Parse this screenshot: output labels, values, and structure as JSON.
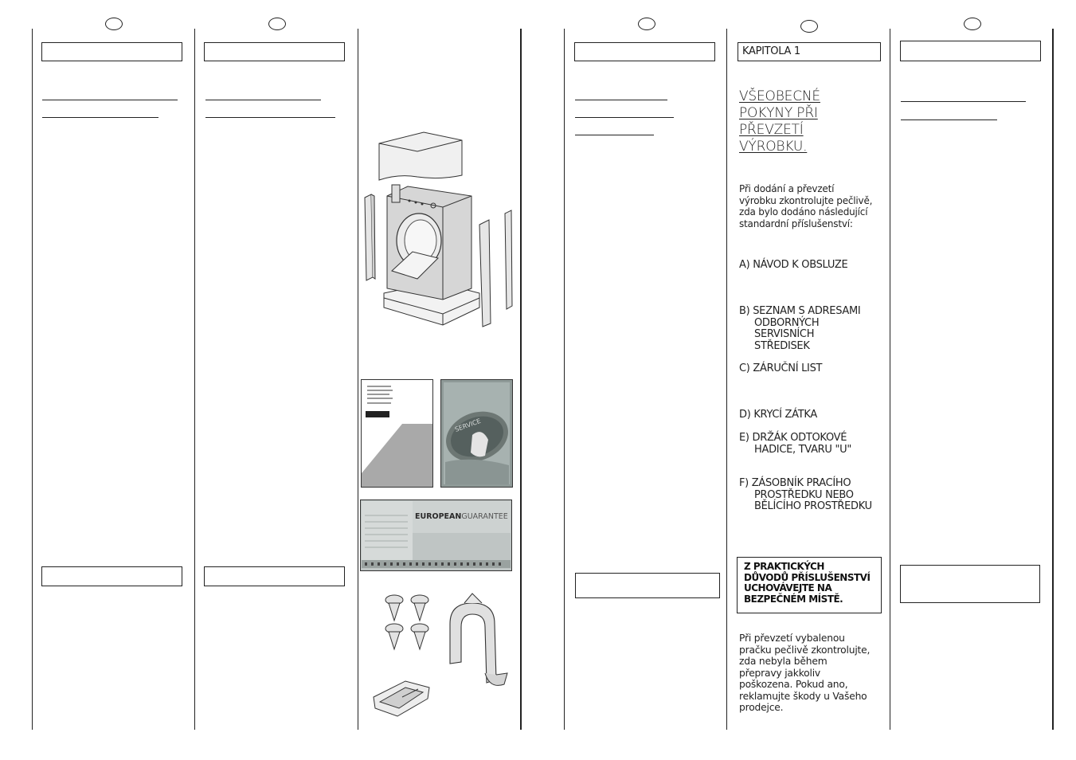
{
  "chapter_label": "KAPITOLA 1",
  "heading_lines": [
    "VŠEOBECNÉ",
    "POKYNY PŘI",
    "PŘEVZETÍ",
    "VÝROBKU."
  ],
  "intro": [
    "Při dodání a převzetí",
    "výrobku zkontrolujte pečlivě,",
    "zda bylo dodáno následující",
    "standardní příslušenství:"
  ],
  "items": {
    "a": [
      "A) NÁVOD K OBSLUZE"
    ],
    "b": [
      "B) SEZNAM S ADRESAMI",
      "ODBORNÝCH",
      "SERVISNÍCH",
      "STŘEDISEK"
    ],
    "c": [
      "C) ZÁRUČNÍ LIST"
    ],
    "d": [
      "D) KRYCÍ ZÁTKA"
    ],
    "e": [
      "E) DRŽÁK ODTOKOVÉ",
      "HADICE, TVARU \"U\""
    ],
    "f": [
      "F) ZÁSOBNÍK PRACÍHO",
      "PROSTŘEDKU NEBO",
      "BĚLÍCÍHO PROSTŘEDKU"
    ]
  },
  "note_lines": [
    "Z PRAKTICKÝCH",
    "DŮVODŮ PŘÍSLUŠENSTVÍ",
    "UCHOVÁVEJTE NA",
    "BEZPEČNÉM MÍSTĚ."
  ],
  "final": [
    "Při převzetí vybalenou",
    "pračku pečlivě zkontrolujte,",
    "zda nebyla během",
    "přepravy jakkoliv",
    "poškozena. Pokud ano,",
    "reklamujte škody u Vašeho",
    "prodejce."
  ],
  "guarantee_card": {
    "brand_bold": "EUROPEAN",
    "brand_light": "GUARANTEE"
  },
  "service_card": {
    "label": "SERVICE"
  }
}
